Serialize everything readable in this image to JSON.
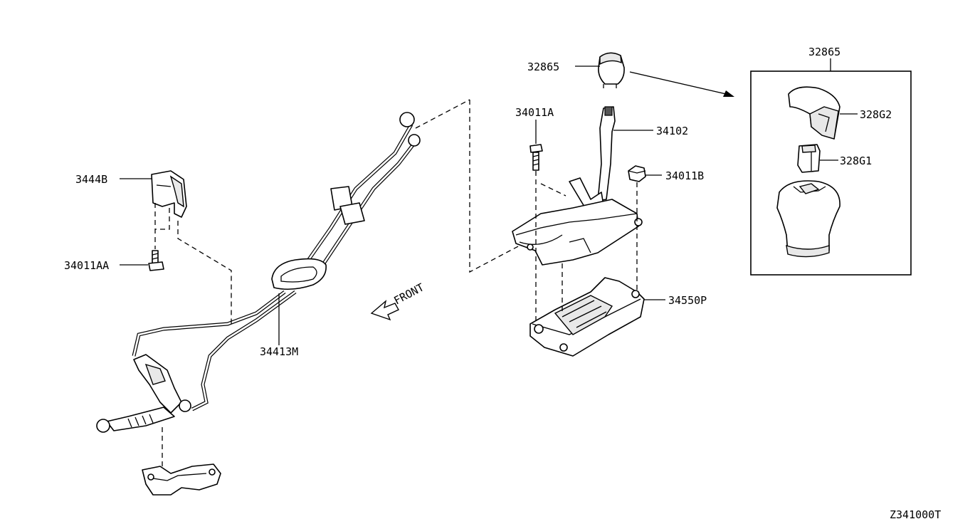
{
  "diagram": {
    "labels": {
      "knob_main": "32865",
      "knob_detail": "32865",
      "knob_cover": "328G2",
      "knob_insert": "328G1",
      "bolt_a": "34011A",
      "lever": "34102",
      "nut_b": "34011B",
      "bracket": "3444B",
      "bolt_aa": "34011AA",
      "cable": "34413M",
      "base": "34550P",
      "front": "FRONT"
    },
    "diagram_code": "Z341000T"
  }
}
